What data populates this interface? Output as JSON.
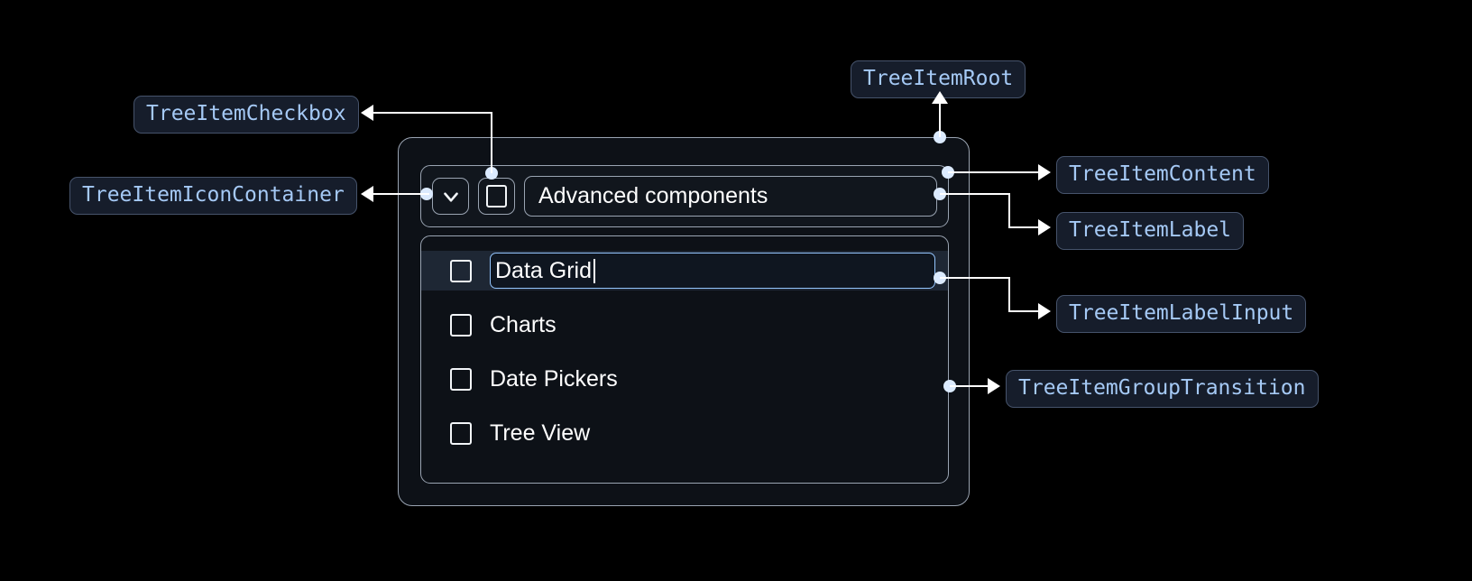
{
  "widget": {
    "root_item": {
      "icon": "chevron-down-icon",
      "checkbox_state": "unchecked",
      "label": "Advanced components"
    },
    "group_items": [
      {
        "label": "Data Grid",
        "checkbox_state": "unchecked",
        "editing": true,
        "selected": true
      },
      {
        "label": "Charts",
        "checkbox_state": "unchecked",
        "editing": false,
        "selected": false
      },
      {
        "label": "Date Pickers",
        "checkbox_state": "unchecked",
        "editing": false,
        "selected": false
      },
      {
        "label": "Tree View",
        "checkbox_state": "unchecked",
        "editing": false,
        "selected": false
      }
    ]
  },
  "annotations": [
    {
      "id": "tree-item-checkbox",
      "label": "TreeItemCheckbox"
    },
    {
      "id": "tree-item-icon-container",
      "label": "TreeItemIconContainer"
    },
    {
      "id": "tree-item-root",
      "label": "TreeItemRoot"
    },
    {
      "id": "tree-item-content",
      "label": "TreeItemContent"
    },
    {
      "id": "tree-item-label",
      "label": "TreeItemLabel"
    },
    {
      "id": "tree-item-label-input",
      "label": "TreeItemLabelInput"
    },
    {
      "id": "tree-item-group-transition",
      "label": "TreeItemGroupTransition"
    }
  ],
  "colors": {
    "background": "#000000",
    "chip_background": "#161d2b",
    "chip_border": "#46536b",
    "chip_text": "#a5c9f5",
    "connector": "#ffffff",
    "connector_dot": "#dbeafe",
    "widget_border": "#9aa4b2",
    "widget_background": "#0d1117",
    "selected_row": "#1e2734",
    "input_focus_border": "#93c5fd",
    "text": "#ffffff"
  }
}
